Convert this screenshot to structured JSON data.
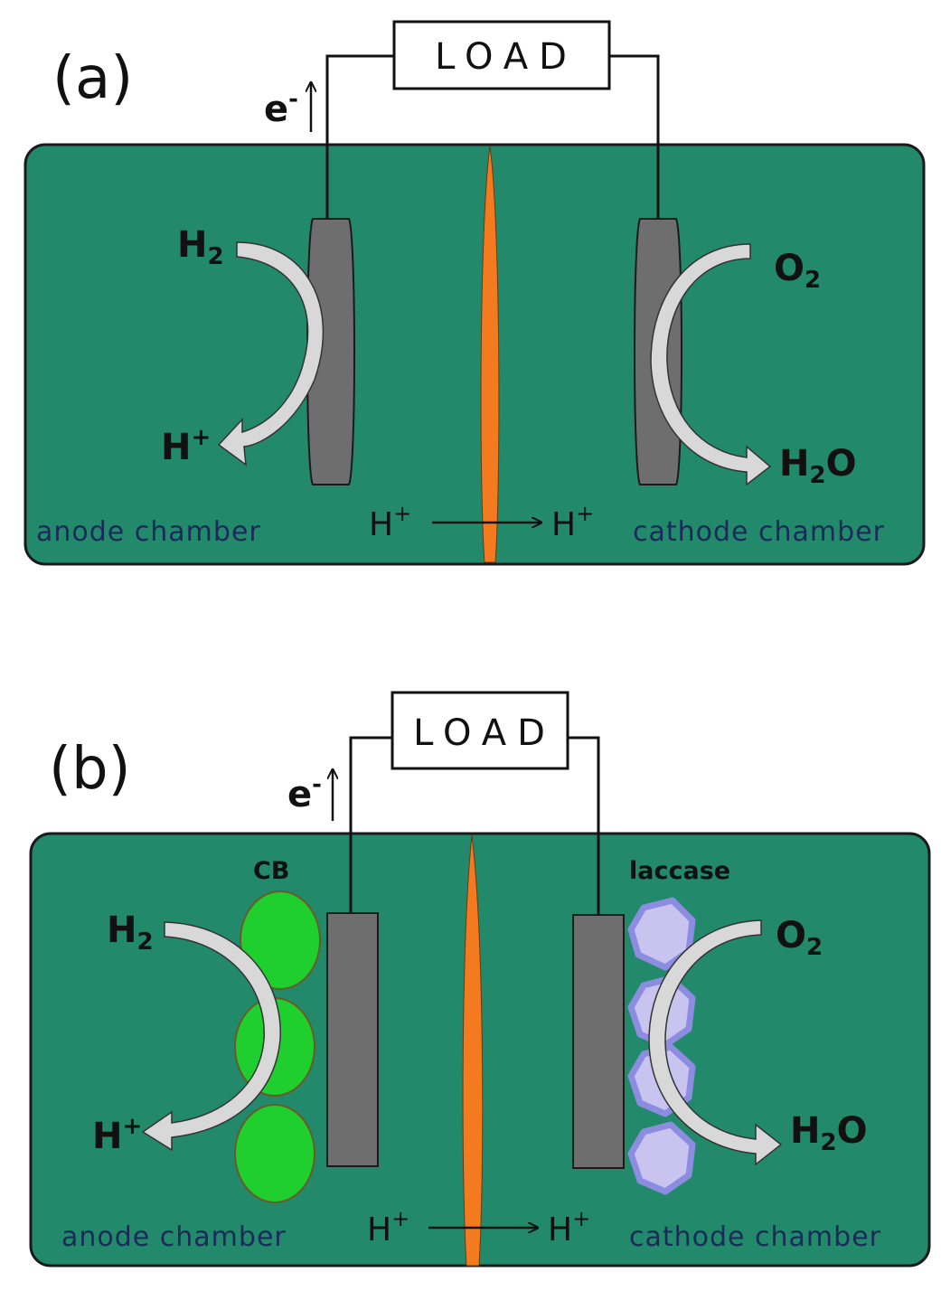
{
  "panels": [
    {
      "label": "(a)",
      "load": "LOAD",
      "electron": "e",
      "electron_sup": "-",
      "anode_reactant": "H",
      "anode_reactant_sub": "2",
      "anode_product": "H",
      "anode_product_sup": "+",
      "cathode_reactant": "O",
      "cathode_reactant_sub": "2",
      "cathode_product_a": "H",
      "cathode_product_sub": "2",
      "cathode_product_b": "O",
      "proton_left": "H",
      "proton_left_sup": "+",
      "proton_right": "H",
      "proton_right_sup": "+",
      "anode_chamber": "anode chamber",
      "cathode_chamber": "cathode chamber"
    },
    {
      "label": "(b)",
      "load": "LOAD",
      "electron": "e",
      "electron_sup": "-",
      "anode_reactant": "H",
      "anode_reactant_sub": "2",
      "anode_product": "H",
      "anode_product_sup": "+",
      "cathode_reactant": "O",
      "cathode_reactant_sub": "2",
      "cathode_product_a": "H",
      "cathode_product_sub": "2",
      "cathode_product_b": "O",
      "proton_left": "H",
      "proton_left_sup": "+",
      "proton_right": "H",
      "proton_right_sup": "+",
      "anode_chamber": "anode chamber",
      "cathode_chamber": "cathode chamber",
      "anode_catalyst": "CB",
      "cathode_catalyst": "laccase"
    }
  ],
  "colors": {
    "chamber_fill": "#228a6a",
    "membrane": "#f47a1f",
    "electrode": "#6e6e6e",
    "arrow": "#d8d8d8",
    "cb_cell": "#1ecf2e",
    "laccase": "#c9c3f0",
    "laccase_outline": "#8c8ce0",
    "chamber_text": "#1a2a5a"
  }
}
